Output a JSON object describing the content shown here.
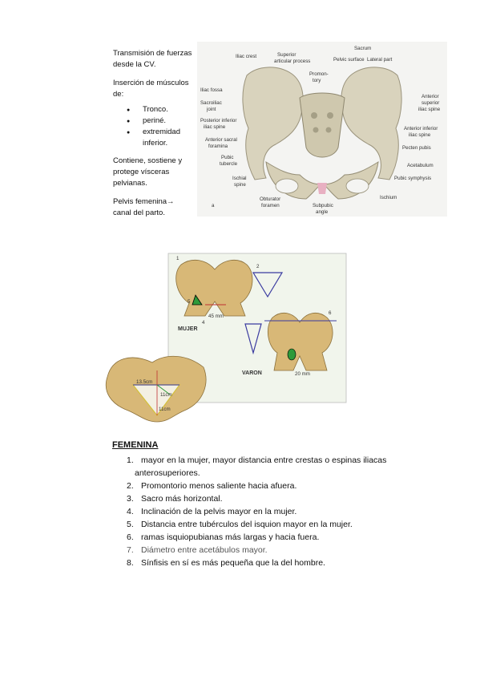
{
  "notes": {
    "para1": "Transmisión de fuerzas desde la CV.",
    "para2": "Inserción de músculos de:",
    "bullets": [
      "Tronco.",
      "periné.",
      "extremidad inferior."
    ],
    "para3": "Contiene, sostiene y protege vísceras pelvianas.",
    "para4": "Pelvis femenina→ canal del parto."
  },
  "figure_top": {
    "labels": {
      "iliac_crest": "Iliac crest",
      "superior_articular": "Superior",
      "superior_articular2": "articular process",
      "sacrum": "Sacrum",
      "pelvic_surface": "Pelvic surface",
      "lateral_part": "Lateral part",
      "promontory": "Promon-",
      "promontory2": "tory",
      "iliac_fossa": "Iliac fossa",
      "sacroiliac": "Sacroiliac",
      "sacroiliac2": "joint",
      "post_inf": "Posterior inferior",
      "post_inf2": "iliac spine",
      "ant_sacral": "Anterior sacral",
      "ant_sacral2": "foramina",
      "pubic_tubercle": "Pubic",
      "pubic_tubercle2": "tubercle",
      "ischial_spine": "Ischial",
      "ischial_spine2": "spine",
      "obturator": "Obturator",
      "obturator2": "foramen",
      "subpubic": "Subpubic",
      "subpubic2": "angle",
      "ant_sup": "Anterior",
      "ant_sup2": "superior",
      "ant_sup3": "iliac spine",
      "ant_inf": "Anterior inferior",
      "ant_inf2": "iliac spine",
      "pecten": "Pecten pubis",
      "acetabulum": "Acetabulum",
      "symphysis": "Pubic symphysis",
      "ischium": "Ischium",
      "letter": "a"
    }
  },
  "figure_mid": {
    "mujer": "MUJER",
    "varon": "VARON",
    "n1": "1",
    "n2": "2",
    "n4": "4",
    "n5": "5",
    "n6": "6",
    "mm_w": "45 mm",
    "mm_m": "20 mm",
    "inset_a": "13.5cm",
    "inset_b": "11cm",
    "inset_c": "11cm"
  },
  "section": {
    "title": "FEMENINA",
    "items": [
      {
        "n": "1.",
        "line1": "mayor en la mujer, mayor distancia entre crestas o espinas iliacas",
        "line2": "anterosuperiores."
      },
      {
        "n": "2.",
        "line1": "Promontorio menos saliente hacia afuera."
      },
      {
        "n": "3.",
        "line1": "Sacro más horizontal."
      },
      {
        "n": "4.",
        "line1": "Inclinación de la pelvis mayor en la mujer."
      },
      {
        "n": "5.",
        "line1": "Distancia entre tubérculos del isquion mayor en la mujer."
      },
      {
        "n": "6.",
        "line1": "ramas isquiopubianas más largas y hacia fuera."
      },
      {
        "n": "7.",
        "line1": "Diámetro entre acetábulos mayor."
      },
      {
        "n": "8.",
        "line1": "Sínfisis en sí es más pequeña que la del hombre."
      }
    ]
  }
}
